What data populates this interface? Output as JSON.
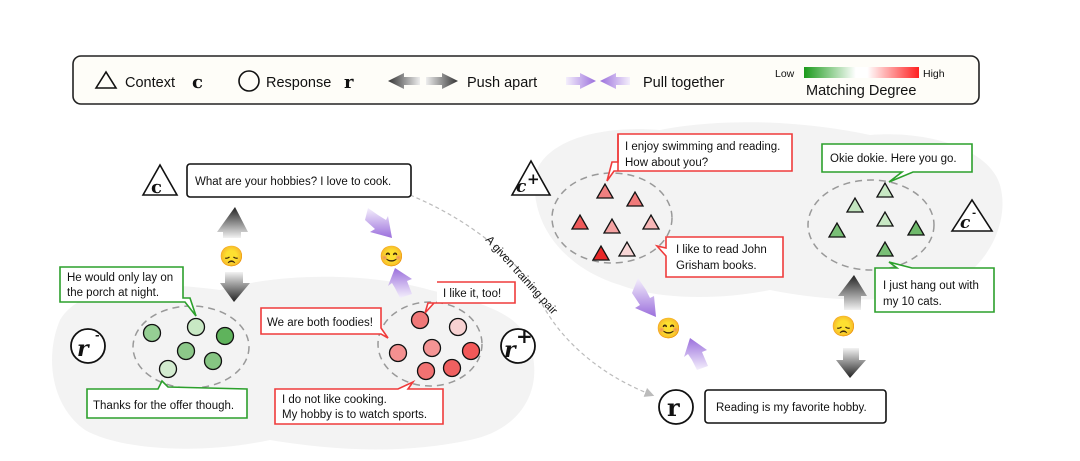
{
  "legend": {
    "context_label": "Context",
    "context_symbol": "c",
    "response_label": "Response",
    "response_symbol": "r",
    "push_apart_label": "Push apart",
    "pull_together_label": "Pull together",
    "gradient_low": "Low",
    "gradient_high": "High",
    "gradient_title": "Matching Degree",
    "gradient_colors": [
      "#1a9a1a",
      "#ffffff",
      "#ff2020"
    ]
  },
  "symbols": {
    "context": "c",
    "context_pos_sup": "+",
    "context_neg_sup": "-",
    "response": "r",
    "response_pos_sup": "+",
    "response_neg_sup": "-"
  },
  "context_bubble": "What are your hobbies? I love to cook.",
  "response_bubble": "Reading is my favorite hobby.",
  "training_pair_label": "A given training pair",
  "neg_responses": {
    "top": [
      "He would only lay on",
      "the porch at night."
    ],
    "bottom": "Thanks for the offer though."
  },
  "pos_responses": {
    "top": "I like it, too!",
    "left": "We are both foodies!",
    "bottom": [
      "I do not like cooking.",
      "My hobby is to watch sports."
    ]
  },
  "pos_contexts": {
    "top": [
      "I enjoy swimming and reading.",
      "How about you?"
    ],
    "right": [
      "I like to read John",
      "Grisham books."
    ]
  },
  "neg_contexts": {
    "top": "Okie dokie. Here you go.",
    "bottom": [
      "I just hang out with",
      "my 10 cats."
    ]
  },
  "emoji": {
    "sad": "😞",
    "happy": "😊"
  },
  "colors": {
    "green_border": "#2ca02c",
    "red_border": "#ef3b3b",
    "purple_arrow": "#9b6fdc",
    "gray_arrow": "#444444",
    "blob": "#f2f2f2"
  }
}
